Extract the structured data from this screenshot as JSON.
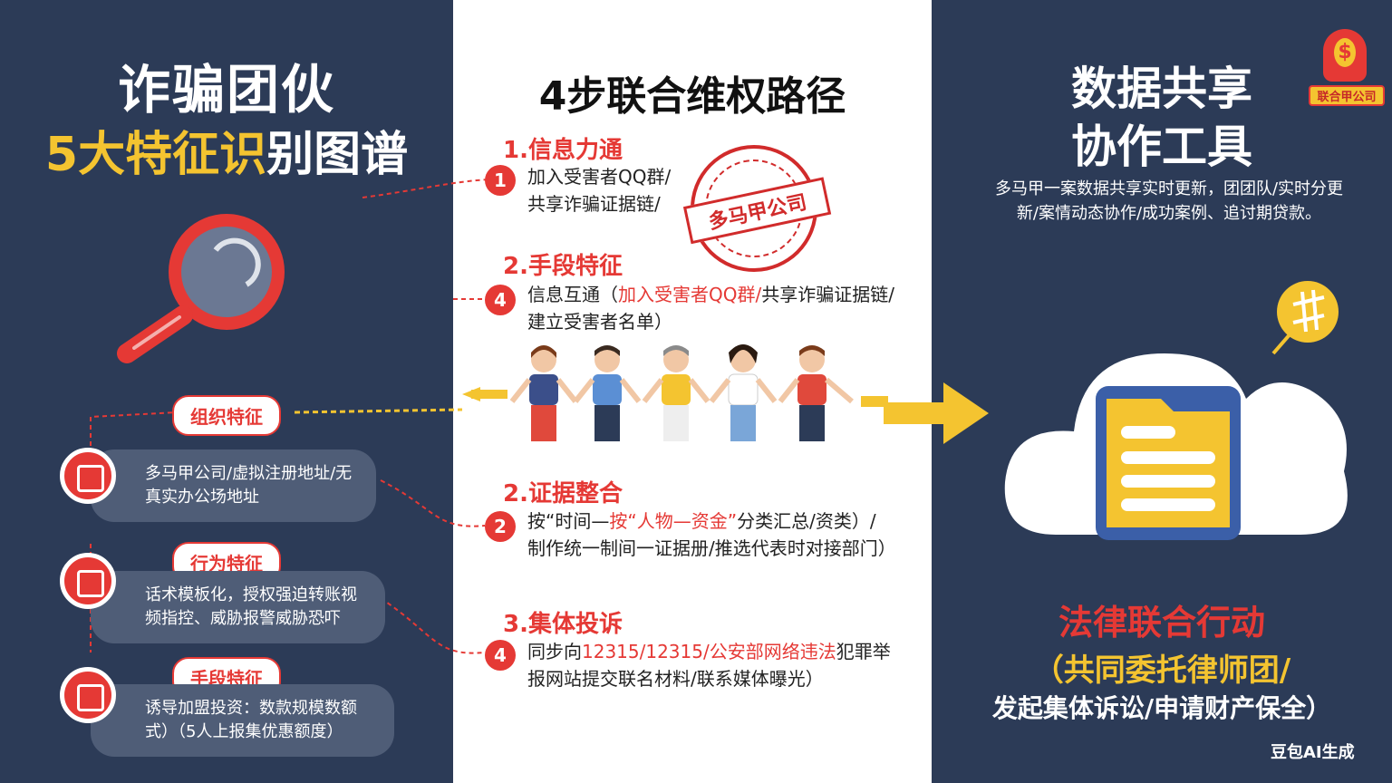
{
  "left": {
    "title_line1": "诈骗团伙",
    "title_line2_highlight": "5大特征识",
    "title_line2_rest": "别图谱",
    "features": [
      {
        "label": "组织特征",
        "text": "多马甲公司/虚拟注册地址/无真实办公场地址"
      },
      {
        "label": "行为特征",
        "text": "话术模板化，授权强迫转账视频指控、威胁报警威胁恐吓"
      },
      {
        "label": "手段特征",
        "text": "诱导加盟投资：数款规模数额式）（5人上报集优惠额度）"
      }
    ]
  },
  "middle": {
    "title": "4步联合维权路径",
    "sections": [
      {
        "heading": "1.信息力通",
        "num": "1",
        "text_lines": [
          "加入受害者QQ群/",
          "共享诈骗证据链/"
        ]
      },
      {
        "heading": "2.手段特征",
        "num": "4",
        "text_prefix": "信息互通（",
        "text_red": "加入受害者QQ群/",
        "text_suffix": "共享诈骗证据链/建立受害者名单）"
      },
      {
        "heading": "2.证据整合",
        "num": "2",
        "text_prefix": "按“时间—",
        "text_red": "按“人物—资金”",
        "text_suffix": "分类汇总/资类）/制作统一制间一证据册/推选代表时对接部门）"
      },
      {
        "heading": "3.集体投诉",
        "num": "4",
        "text_prefix": "同步向",
        "text_red": "12315/12315/公安部网络违法",
        "text_suffix": "犯罪举报网站提交联名材料/联系媒体曝光）"
      }
    ],
    "stamp_text": "多马甲公司"
  },
  "right": {
    "title_line1": "数据共享",
    "title_line2": "协作工具",
    "description": "多马甲一案数据共享实时更新，团团队/实时分更新/案情动态协作/成功案例、追讨期贷款。",
    "logo_symbol": "$",
    "logo_label": "联合甲公司",
    "law_line1": "法律联合行动",
    "law_line2": "（共同委托律师团/",
    "law_line3": "发起集体诉讼/申请财产保全）",
    "watermark": "豆包AI生成"
  },
  "colors": {
    "red": "#e53935",
    "yellow": "#f4c430",
    "navy": "#2c3b57"
  }
}
